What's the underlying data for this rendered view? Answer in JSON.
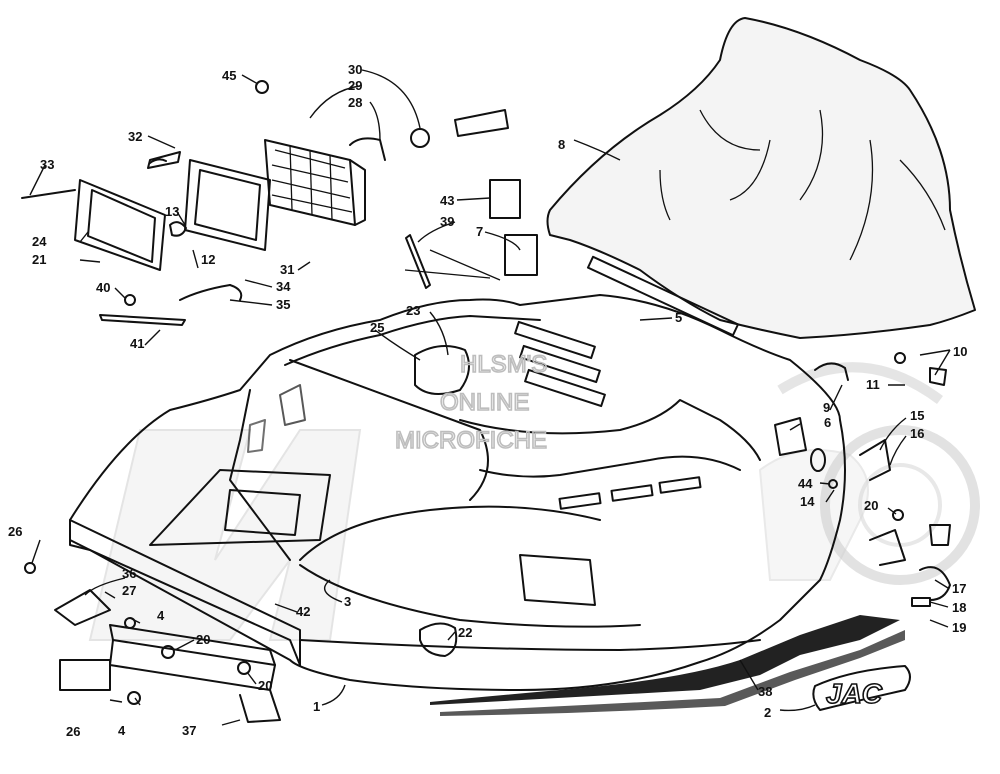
{
  "watermark": {
    "line1": "HLSM'S",
    "line2": "ONLINE",
    "line3": "MICROFICHE"
  },
  "badge": {
    "text": "JAC"
  },
  "callouts": {
    "c1": "1",
    "c2": "2",
    "c3": "3",
    "c4a": "4",
    "c4b": "4",
    "c5": "5",
    "c6": "6",
    "c7": "7",
    "c8": "8",
    "c9": "9",
    "c10": "10",
    "c11": "11",
    "c12": "12",
    "c13": "13",
    "c14": "14",
    "c15": "15",
    "c16": "16",
    "c17": "17",
    "c18": "18",
    "c19": "19",
    "c20a": "20",
    "c20b": "20",
    "c20c": "20",
    "c21": "21",
    "c22": "22",
    "c23": "23",
    "c24": "24",
    "c25": "25",
    "c26a": "26",
    "c26b": "26",
    "c27": "27",
    "c28": "28",
    "c29": "29",
    "c30": "30",
    "c31": "31",
    "c32": "32",
    "c33": "33",
    "c34": "34",
    "c35": "35",
    "c36": "36",
    "c37": "37",
    "c38": "38",
    "c39": "39",
    "c40": "40",
    "c41": "41",
    "c42": "42",
    "c43": "43",
    "c44": "44",
    "c45": "45"
  }
}
